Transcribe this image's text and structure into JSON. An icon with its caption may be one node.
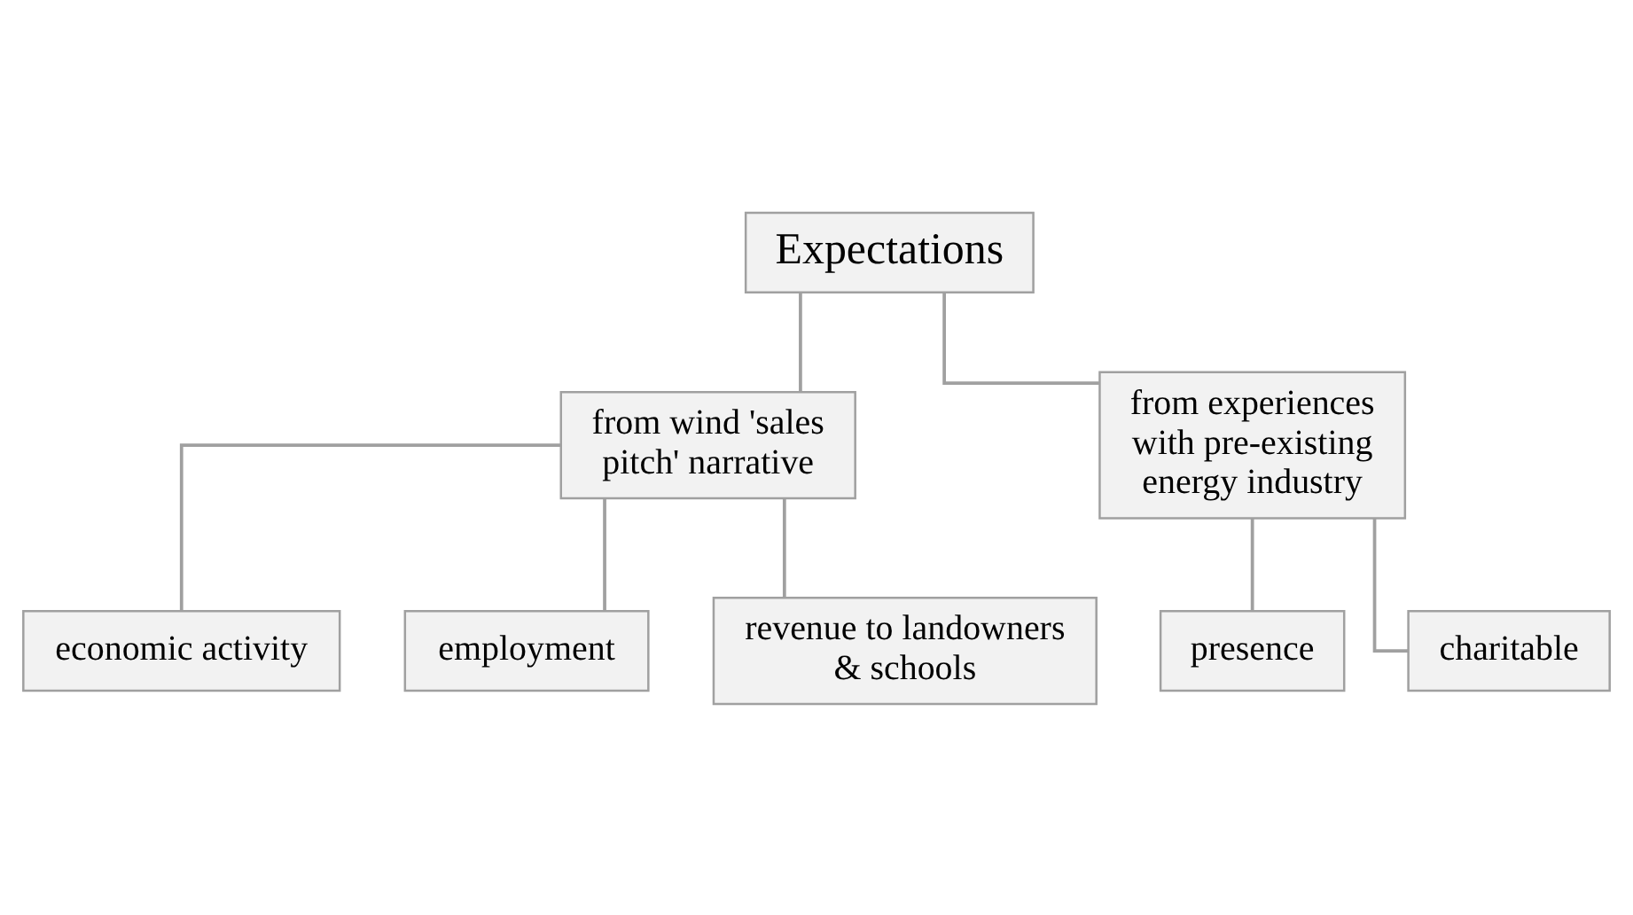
{
  "diagram": {
    "nodes": [
      {
        "text": [
          "Expectations"
        ]
      },
      {
        "text": [
          "from wind 'sales pitch' narrative"
        ]
      },
      {
        "text": [
          "economic activity"
        ]
      },
      {
        "text": [
          "employment"
        ]
      },
      {
        "text": [
          "revenue to landowners & schools"
        ]
      },
      {
        "text": [
          "from experiences with pre-existing energy industry"
        ]
      },
      {
        "text": [
          "presence"
        ]
      },
      {
        "text": [
          "charitable"
        ]
      }
    ],
    "edges": [
      {
        "from": 0,
        "to": 1,
        "arrow": "none"
      },
      {
        "from": 0,
        "to": 5,
        "arrow": "none"
      },
      {
        "from": 1,
        "to": 2,
        "arrow": "none"
      },
      {
        "from": 1,
        "to": 3,
        "arrow": "none"
      },
      {
        "from": 1,
        "to": 4,
        "arrow": "none"
      },
      {
        "from": 5,
        "to": 6,
        "arrow": "none"
      },
      {
        "from": 5,
        "to": 7,
        "arrow": "none"
      }
    ]
  }
}
